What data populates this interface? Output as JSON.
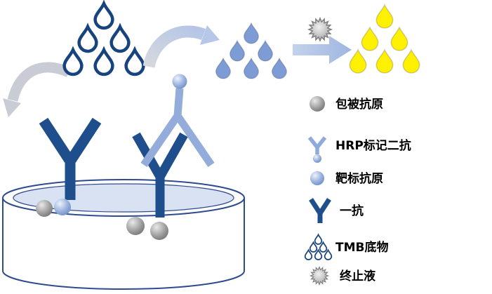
{
  "legend": {
    "items": [
      {
        "label": "包被抗原",
        "icon": "gray-sphere-icon"
      },
      {
        "label": "HRP标记二抗",
        "icon": "hrp-secondary-antibody-icon"
      },
      {
        "label": "靶标抗原",
        "icon": "blue-sphere-icon"
      },
      {
        "label": "一抗",
        "icon": "primary-antibody-icon"
      },
      {
        "label": "TMB底物",
        "icon": "tmb-droplets-icon"
      },
      {
        "label": "终止液",
        "icon": "starburst-icon"
      }
    ]
  },
  "diagram": {
    "elements": [
      "tmb-substrate-droplets-dark",
      "substrate-reaction-arrow",
      "developed-substrate-droplets-blue",
      "stop-solution-starburst",
      "stop-arrow",
      "stopped-reaction-droplets-yellow",
      "wash-arrow",
      "microplate-well",
      "primary-antibody-left",
      "coating-antigen-sphere",
      "target-antigen-sphere",
      "hrp-secondary-antibody",
      "primary-antibody-right",
      "coating-antigen-spheres-in-well"
    ]
  },
  "colors": {
    "dark_blue": "#1F4E8C",
    "droplet_outline_blue": "#17437E",
    "light_blue": "#8FAADC",
    "pale_blue_liquid": "#D9E2F3",
    "plate_outline": "#2E4B8F",
    "yellow": "#FFF100",
    "gray": "#A6A6A6",
    "arrow_blue": "#ADC2E6",
    "arrow_gray": "#C9CCD4"
  }
}
